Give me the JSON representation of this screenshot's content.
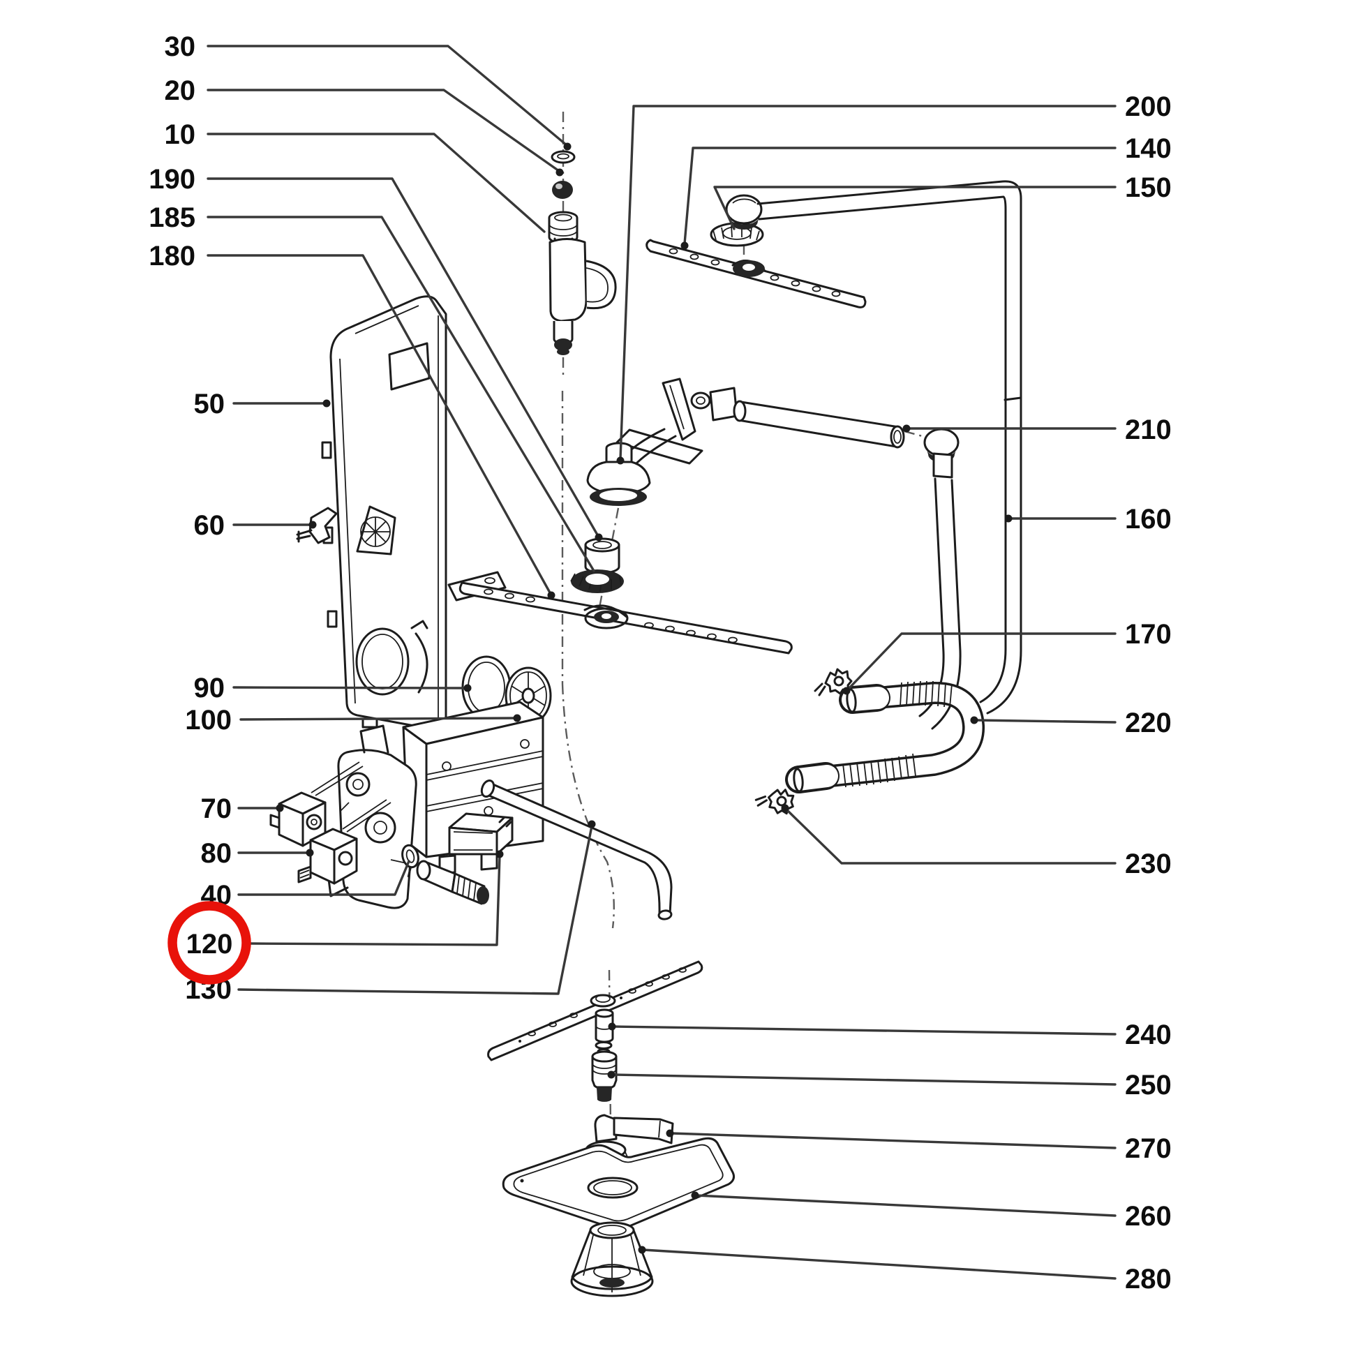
{
  "diagram": {
    "kind": "exploded-parts-diagram",
    "subject": "dishwasher water circuit and spray arm assembly",
    "background_color": "#ffffff",
    "line_color": "#1c1c1c",
    "highlight_color": "#e8120a",
    "highlighted_part": "120",
    "labels": [
      {
        "id": "30",
        "text": "30"
      },
      {
        "id": "20",
        "text": "20"
      },
      {
        "id": "10",
        "text": "10"
      },
      {
        "id": "190",
        "text": "190"
      },
      {
        "id": "185",
        "text": "185"
      },
      {
        "id": "180",
        "text": "180"
      },
      {
        "id": "50",
        "text": "50"
      },
      {
        "id": "60",
        "text": "60"
      },
      {
        "id": "90",
        "text": "90"
      },
      {
        "id": "100",
        "text": "100"
      },
      {
        "id": "70",
        "text": "70"
      },
      {
        "id": "80",
        "text": "80"
      },
      {
        "id": "40",
        "text": "40"
      },
      {
        "id": "120",
        "text": "120"
      },
      {
        "id": "130",
        "text": "130"
      },
      {
        "id": "200",
        "text": "200"
      },
      {
        "id": "140",
        "text": "140"
      },
      {
        "id": "150",
        "text": "150"
      },
      {
        "id": "210",
        "text": "210"
      },
      {
        "id": "160",
        "text": "160"
      },
      {
        "id": "170",
        "text": "170"
      },
      {
        "id": "220",
        "text": "220"
      },
      {
        "id": "230",
        "text": "230"
      },
      {
        "id": "240",
        "text": "240"
      },
      {
        "id": "250",
        "text": "250"
      },
      {
        "id": "270",
        "text": "270"
      },
      {
        "id": "260",
        "text": "260"
      },
      {
        "id": "280",
        "text": "280"
      }
    ]
  }
}
